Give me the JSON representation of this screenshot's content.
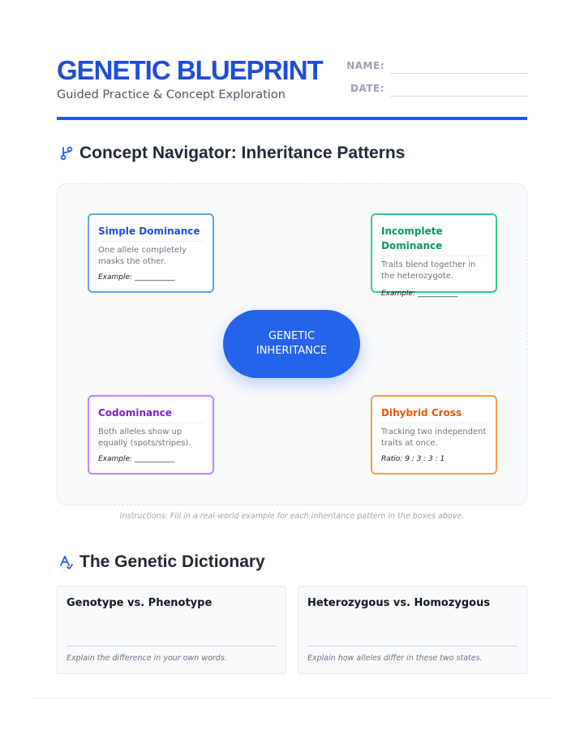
{
  "header": {
    "title": "GENETIC BLUEPRINT",
    "subtitle": "Guided Practice & Concept Exploration",
    "name_label": "NAME:",
    "date_label": "DATE:"
  },
  "colors": {
    "brand": "#1d4ed8",
    "center": "#2563eb",
    "blue": "#60a5e8",
    "green": "#34c98a",
    "purple": "#c084fc",
    "orange": "#f59e42"
  },
  "navigator": {
    "icon": "branch-icon",
    "heading": "Concept Navigator: Inheritance Patterns",
    "center": "GENETIC INHERITANCE",
    "cards": [
      {
        "title": "Simple Dominance",
        "desc": "One allele completely masks the other.",
        "example": "Example: ___________"
      },
      {
        "title": "Incomplete Dominance",
        "desc": "Traits blend together in the heterozygote.",
        "example": "Example: ___________"
      },
      {
        "title": "Codominance",
        "desc": "Both alleles show up equally (spots/stripes).",
        "example": "Example: ___________"
      },
      {
        "title": "Dihybrid Cross",
        "desc": "Tracking two independent traits at once.",
        "example": "Ratio: 9 : 3 : 3 : 1"
      }
    ],
    "instructions": "Instructions: Fill in a real-world example for each inheritance pattern in the boxes above."
  },
  "dictionary": {
    "icon": "translate-icon",
    "heading": "The Genetic Dictionary",
    "cards": [
      {
        "title": "Genotype vs. Phenotype",
        "hint": "Explain the difference in your own words."
      },
      {
        "title": "Heterozygous vs. Homozygous",
        "hint": "Explain how alleles differ in these two states."
      }
    ]
  }
}
